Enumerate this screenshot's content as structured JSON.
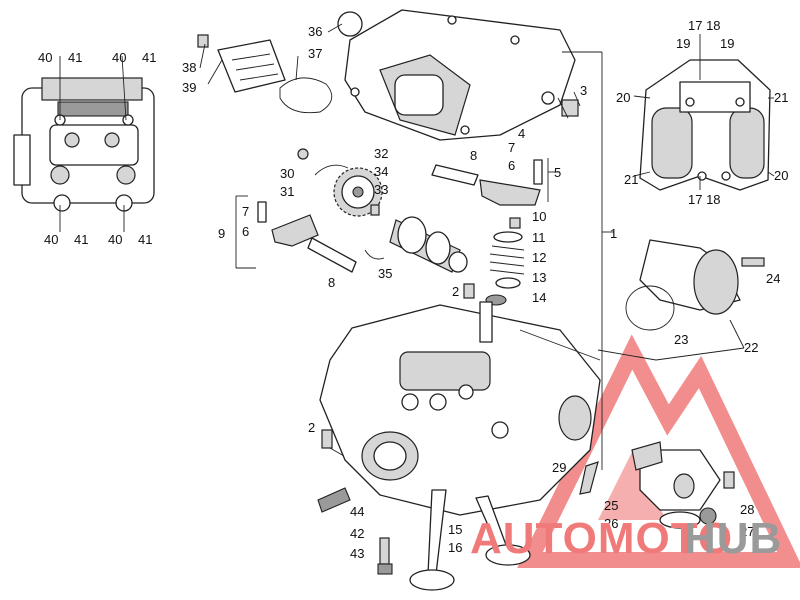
{
  "callouts": {
    "c1": "1",
    "c2a": "2",
    "c2b": "2",
    "c3": "3",
    "c4": "4",
    "c5": "5",
    "c6a": "6",
    "c6b": "6",
    "c7a": "7",
    "c7b": "7",
    "c8a": "8",
    "c8b": "8",
    "c9": "9",
    "c10": "10",
    "c11": "11",
    "c12": "12",
    "c13": "13",
    "c14": "14",
    "c15": "15",
    "c16": "16",
    "c1718a": "17 18",
    "c1718b": "17 18",
    "c19a": "19",
    "c19b": "19",
    "c20a": "20",
    "c20b": "20",
    "c21a": "21",
    "c21b": "21",
    "c22": "22",
    "c23": "23",
    "c24": "24",
    "c25": "25",
    "c26": "26",
    "c27": "27",
    "c28": "28",
    "c29": "29",
    "c30": "30",
    "c31": "31",
    "c32": "32",
    "c33": "33",
    "c34": "34",
    "c35": "35",
    "c36": "36",
    "c37": "37",
    "c38": "38",
    "c39": "39",
    "c40a": "40",
    "c41a": "41",
    "c40b": "40",
    "c41b": "41",
    "c40c": "40",
    "c41c": "41",
    "c40d": "40",
    "c41d": "41",
    "c42": "42",
    "c43": "43",
    "c44": "44"
  },
  "watermark": {
    "part1": "AUTOMOTO",
    "part2": "HUB",
    "color1": "#f07a7a",
    "color2": "#9a9a9a"
  }
}
